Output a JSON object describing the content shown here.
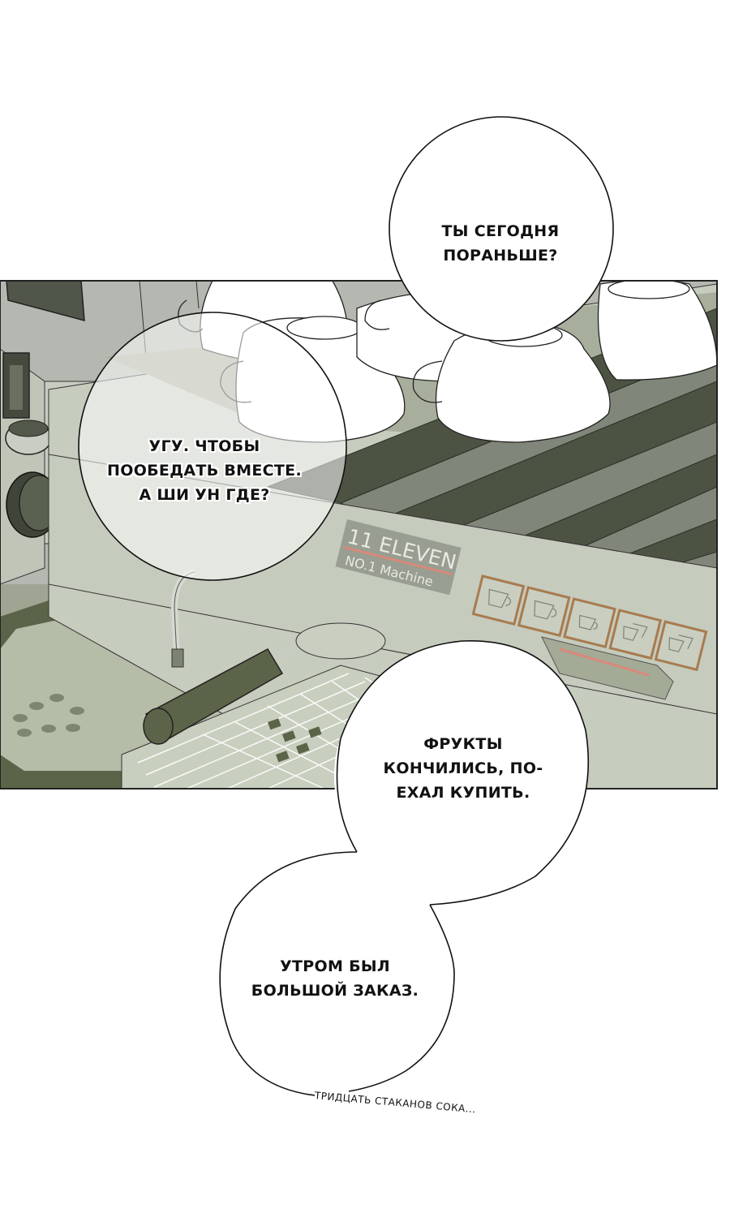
{
  "page": {
    "bubbles": [
      {
        "id": "question",
        "lines": [
          "ТЫ СЕГОДНЯ",
          "ПОРАНЬШЕ?"
        ]
      },
      {
        "id": "reply",
        "lines": [
          "УГУ. ЧТОБЫ",
          "ПООБЕДАТЬ ВМЕСТЕ.",
          "А ШИ УН ГДЕ?"
        ]
      },
      {
        "id": "fruits",
        "lines": [
          "ФРУКТЫ",
          "КОНЧИЛИСЬ, ПО-",
          "ЕХАЛ КУПИТЬ."
        ]
      },
      {
        "id": "order",
        "lines": [
          "УТРОМ БЫЛ",
          "БОЛЬШОЙ ЗАКАЗ."
        ]
      }
    ],
    "whisper": "ТРИДЦАТЬ СТАКАНОВ СОКА...",
    "machine_label": {
      "brand": "11 ELEVEN",
      "model": "NO.1 Machine"
    }
  },
  "colors": {
    "panel_bg": "#b9bdb5",
    "machine_body": "#c5cbbd",
    "dark_olive": "#5b6448",
    "grate_dark": "#4a5040",
    "grate_light": "#7d836f",
    "accent_red": "#d9897a",
    "button_border": "#a87b4f"
  }
}
